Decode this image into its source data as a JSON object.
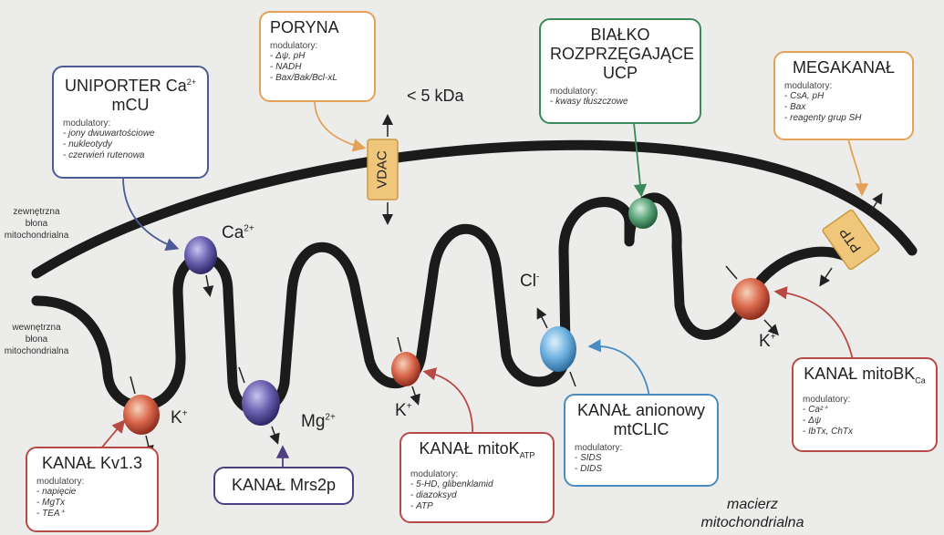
{
  "membrane_labels": {
    "outer": [
      "zewnętrzna",
      "błona",
      "mitochondrialna"
    ],
    "inner": [
      "wewnętrzna",
      "błona",
      "mitochondrialna"
    ],
    "matrix": [
      "macierz",
      "mitochondrialna"
    ]
  },
  "ions": {
    "ca": "Ca",
    "ca_sup": "2+",
    "mg": "Mg",
    "mg_sup": "2+",
    "k": "K",
    "k_sup": "+",
    "cl": "Cl",
    "cl_sup": "-"
  },
  "size_label": "< 5 kDa",
  "protein_tags": {
    "vdac": "VDAC",
    "ptp": "PTP"
  },
  "colors": {
    "uniporter": "#4d5a96",
    "poryna": "#e3a257",
    "ucp": "#3a8a5b",
    "megakanal": "#e3a257",
    "potassium": "#b84a45",
    "chloride": "#4a8cc0",
    "magnesium": "#4d3f80"
  },
  "boxes": {
    "uniporter": {
      "title1": "UNIPORTER Ca",
      "title1_sup": "2+",
      "title2": "mCU",
      "mod_label": "modulatory:",
      "items": [
        "jony dwuwartościowe",
        "nukleotydy",
        "czerwień rutenowa"
      ]
    },
    "poryna": {
      "title": "PORYNA",
      "mod_label": "modulatory:",
      "items": [
        "Δψ, pH",
        "NADH",
        "Bax/Bak/Bcl-xL"
      ]
    },
    "ucp": {
      "title1": "BIAŁKO",
      "title2": "ROZPRZĘGAJĄCE",
      "title3": "UCP",
      "mod_label": "modulatory:",
      "items": [
        "kwasy tłuszczowe"
      ]
    },
    "megakanal": {
      "title": "MEGAKANAŁ",
      "mod_label": "modulatory:",
      "items": [
        "CsA, pH",
        "Bax",
        "reagenty grup SH"
      ]
    },
    "kv13": {
      "title": "KANAŁ Kv1.3",
      "mod_label": "modulatory:",
      "items": [
        "napięcie",
        "MgTx",
        "TEA⁺"
      ]
    },
    "mrs2p": {
      "title": "KANAŁ Mrs2p"
    },
    "mitokatp": {
      "title": "KANAŁ mitoK",
      "title_sub": "ATP",
      "mod_label": "modulatory:",
      "items": [
        "5-HD, glibenklamid",
        "diazoksyd",
        "ATP"
      ]
    },
    "mtclic": {
      "title1": "KANAŁ anionowy",
      "title2": "mtCLIC",
      "mod_label": "modulatory:",
      "items": [
        "SIDS",
        "DIDS"
      ]
    },
    "mitobk": {
      "title": "KANAŁ mitoBK",
      "title_sub": "Ca",
      "mod_label": "modulatory:",
      "items": [
        "Ca²⁺",
        "Δψ",
        "IbTx, ChTx"
      ]
    }
  }
}
